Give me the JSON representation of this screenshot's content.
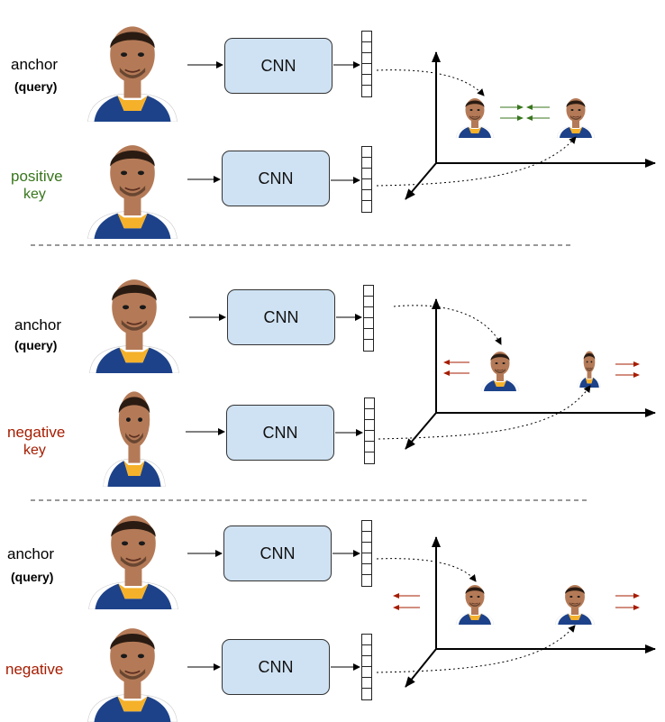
{
  "colors": {
    "positive": "#38761d",
    "negative": "#a61c00",
    "cnn_fill": "#cfe2f3",
    "jersey_blue": "#1d428a",
    "jersey_gold": "#f5b12a"
  },
  "panels": [
    {
      "anchor": {
        "word": "anchor",
        "sub": "(query)"
      },
      "second": {
        "word": "positive",
        "sub": "key",
        "kind": "positive"
      },
      "cnn_label": "CNN",
      "arrows": "attract"
    },
    {
      "anchor": {
        "word": "anchor",
        "sub": "(query)"
      },
      "second": {
        "word": "negative",
        "sub": "key",
        "kind": "negative"
      },
      "cnn_label": "CNN",
      "arrows": "repel"
    },
    {
      "anchor": {
        "word": "anchor",
        "sub": "(query)"
      },
      "second": {
        "word": "negative",
        "sub": "",
        "kind": "negative"
      },
      "cnn_label": "CNN",
      "arrows": "repel"
    }
  ],
  "icons": {
    "face_photo": "portrait-photo-icon",
    "embedding": "embedding-vector-icon",
    "axes": "3d-axes-icon"
  }
}
